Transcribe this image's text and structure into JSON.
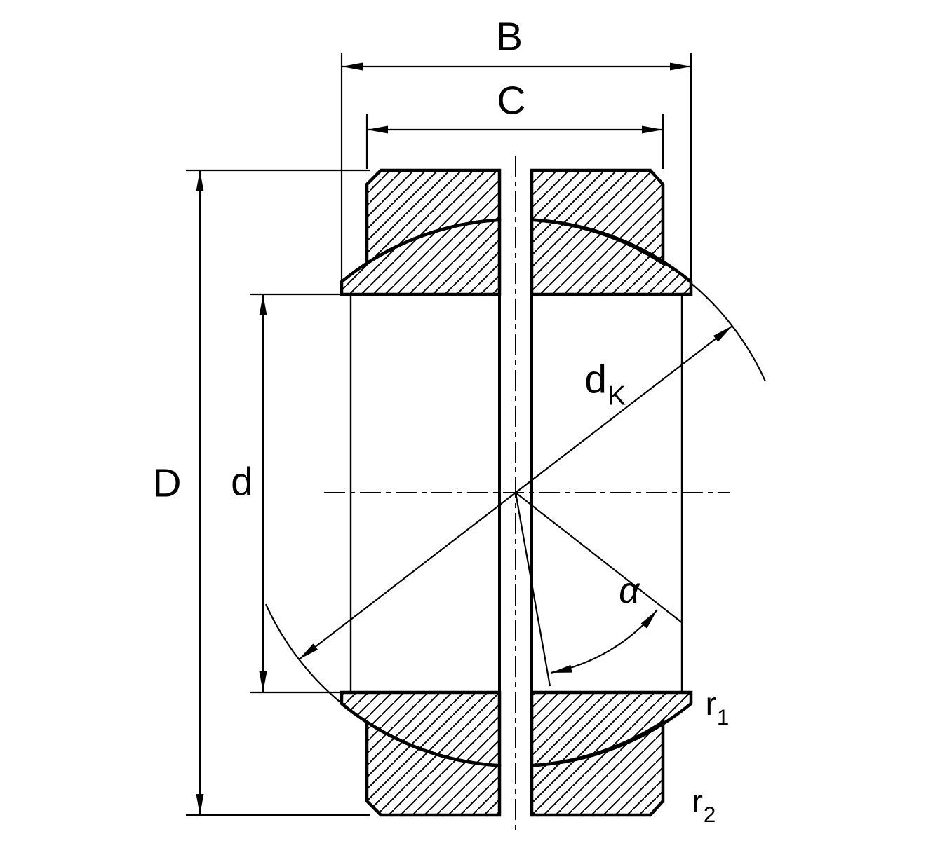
{
  "diagram": {
    "kind": "technical-section-drawing",
    "colors": {
      "line": "#000000",
      "background": "#ffffff"
    }
  },
  "labels": {
    "width_b": "B",
    "width_c": "C",
    "outer_diameter": "D",
    "bore_diameter": "d",
    "sphere_diameter_base": "d",
    "sphere_diameter_sub": "K",
    "tilt_angle": "α",
    "radius1_base": "r",
    "radius1_sub": "1",
    "radius2_base": "r",
    "radius2_sub": "2"
  }
}
